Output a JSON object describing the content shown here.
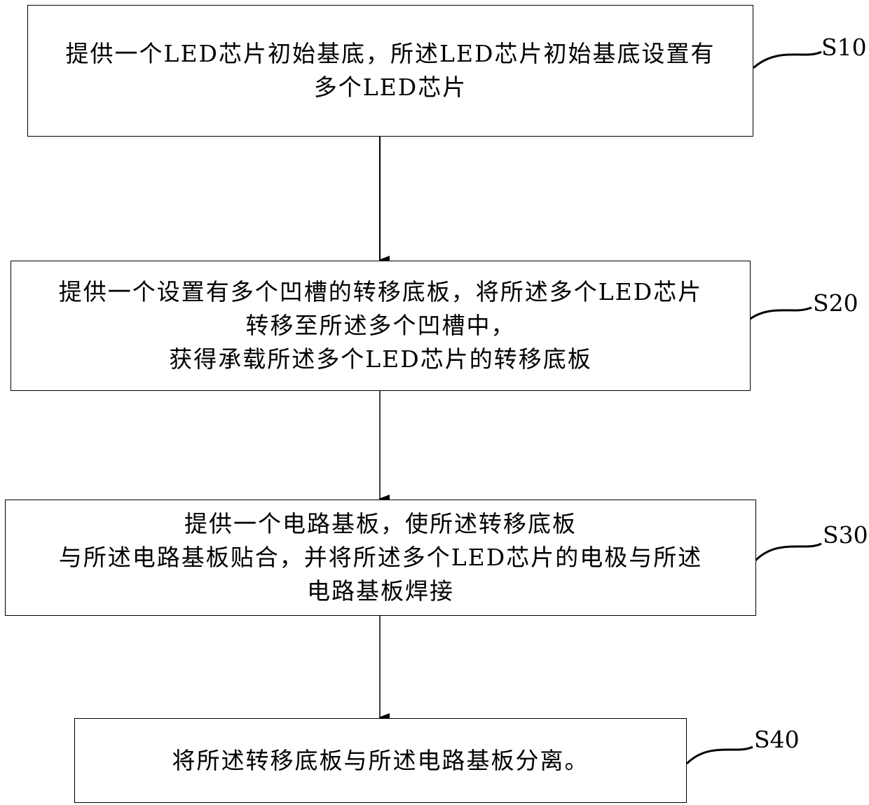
{
  "steps": [
    {
      "label": "S10",
      "lines": [
        "提供一个LED芯片初始基底，所述LED芯片初始基底设置有",
        "多个LED芯片"
      ]
    },
    {
      "label": "S20",
      "lines": [
        "提供一个设置有多个凹槽的转移底板，将所述多个LED芯片",
        "转移至所述多个凹槽中，",
        "获得承载所述多个LED芯片的转移底板"
      ]
    },
    {
      "label": "S30",
      "lines": [
        "提供一个电路基板，使所述转移底板",
        "与所述电路基板贴合，并将所述多个LED芯片的电极与所述",
        "电路基板焊接"
      ]
    },
    {
      "label": "S40",
      "lines": [
        "将所述转移底板与所述电路基板分离。"
      ]
    }
  ]
}
